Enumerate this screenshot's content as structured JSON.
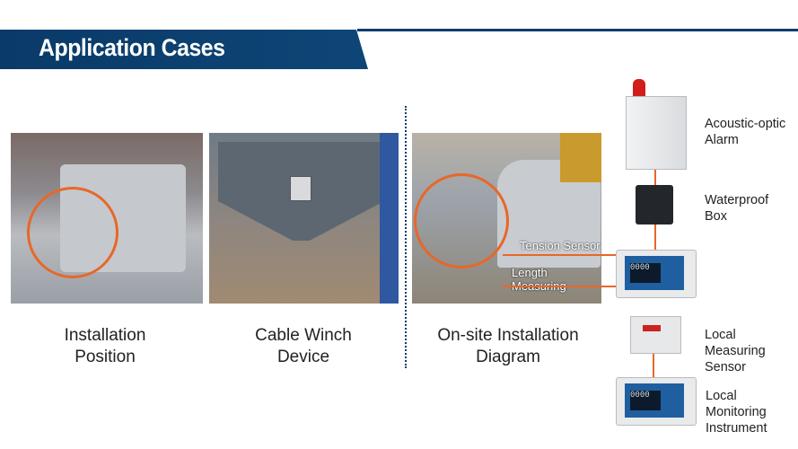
{
  "header": {
    "title": "Application Cases"
  },
  "cases": [
    {
      "caption_line1": "Installation",
      "caption_line2": "Position"
    },
    {
      "caption_line1": "Cable Winch",
      "caption_line2": "Device"
    },
    {
      "caption_line1": "On-site Installation",
      "caption_line2": "Diagram"
    }
  ],
  "annotations": {
    "tension": "Tension Sensor",
    "length": "Length Measuring"
  },
  "devices": [
    {
      "line1": "Acoustic-optic",
      "line2": "Alarm",
      "icon": "alarm-cabinet-icon"
    },
    {
      "line1": "Waterproof",
      "line2": "Box",
      "icon": "junction-box-icon"
    },
    {
      "line1": "",
      "line2": "",
      "icon": "monitor-instrument-icon"
    },
    {
      "line1": "Local Measuring",
      "line2": "Sensor",
      "icon": "sensor-icon"
    },
    {
      "line1": "Local Monitoring",
      "line2": "Instrument",
      "icon": "monitor-instrument-icon"
    }
  ],
  "monitor_digits": "0000",
  "colors": {
    "brand": "#0b3d6e",
    "accent": "#e8672a"
  }
}
